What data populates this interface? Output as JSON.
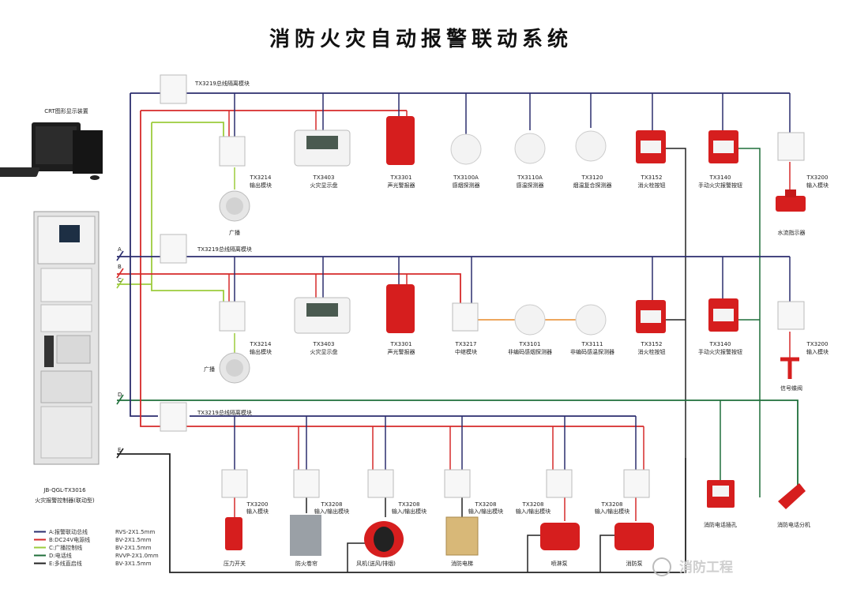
{
  "title": "消防火灾自动报警联动系统",
  "crt_label": "CRT图形显示装置",
  "controller": {
    "model": "JB-QGL-TX3016",
    "name": "火灾报警控制器(联动型)"
  },
  "bus_letters": [
    "A",
    "B",
    "C",
    "D",
    "E"
  ],
  "isolator_label": "TX3219总线隔离模块",
  "row1": [
    {
      "model": "TX3214",
      "name": "输出模块"
    },
    {
      "model": "TX3403",
      "name": "火灾显示盘"
    },
    {
      "model": "TX3301",
      "name": "声光警报器"
    },
    {
      "model": "TX3100A",
      "name": "感烟探测器"
    },
    {
      "model": "TX3110A",
      "name": "感温探测器"
    },
    {
      "model": "TX3120",
      "name": "烟温复合探测器"
    },
    {
      "model": "TX3152",
      "name": "消火栓按钮"
    },
    {
      "model": "TX3140",
      "name": "手动火灾报警按钮"
    },
    {
      "model": "TX3200",
      "name": "输入模块"
    }
  ],
  "row1_extra": {
    "speaker": "广播",
    "water_flow": "水流指示器"
  },
  "row2": [
    {
      "model": "TX3214",
      "name": "输出模块"
    },
    {
      "model": "TX3403",
      "name": "火灾显示盘"
    },
    {
      "model": "TX3301",
      "name": "声光警报器"
    },
    {
      "model": "TX3217",
      "name": "中继模块"
    },
    {
      "model": "TX3101",
      "name": "非编码感烟探测器"
    },
    {
      "model": "TX3111",
      "name": "非编码感温探测器"
    },
    {
      "model": "TX3152",
      "name": "消火栓按钮"
    },
    {
      "model": "TX3140",
      "name": "手动火灾报警按钮"
    },
    {
      "model": "TX3200",
      "name": "输入模块"
    }
  ],
  "row2_extra": {
    "speaker": "广播",
    "signal_valve": "信号蝶阀"
  },
  "row3": [
    {
      "model": "TX3200",
      "name": "输入模块",
      "device": "压力开关"
    },
    {
      "model": "TX3208",
      "name": "输入/输出模块",
      "device": "防火卷帘"
    },
    {
      "model": "TX3208",
      "name": "输入/输出模块",
      "device": "风机(送风/排烟)"
    },
    {
      "model": "TX3208",
      "name": "输入/输出模块",
      "device": "消防电梯"
    },
    {
      "model": "TX3208",
      "name": "输入/输出模块",
      "device": "喷淋泵"
    },
    {
      "model": "TX3208",
      "name": "输入/输出模块",
      "device": "消防泵"
    }
  ],
  "phones": {
    "jack": "消防电话插孔",
    "extension": "消防电话分机"
  },
  "legend": [
    {
      "name": "A:报警联动总线",
      "spec": "RVS-2X1.5mm",
      "color": "#2b2d6e"
    },
    {
      "name": "B:DC24V电源线",
      "spec": "BV-2X1.5mm",
      "color": "#d62a2a"
    },
    {
      "name": "C:广播控制线",
      "spec": "BV-2X1.5mm",
      "color": "#9ccc3c"
    },
    {
      "name": "D:电话线",
      "spec": "RVVP-2X1.0mm",
      "color": "#1f6f3a"
    },
    {
      "name": "E:多线直启线",
      "spec": "BV-3X1.5mm",
      "color": "#222222"
    }
  ],
  "watermark": "消防工程"
}
